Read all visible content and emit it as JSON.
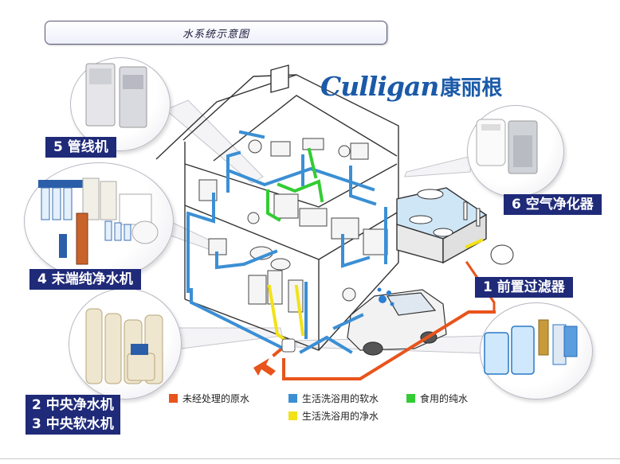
{
  "title": "水系统示意图",
  "logo": {
    "brand_en": "Culligan",
    "brand_cn": "康丽根"
  },
  "callouts": [
    {
      "id": "5",
      "label": "5  管线机"
    },
    {
      "id": "4",
      "label": "4  末端纯净水机"
    },
    {
      "id": "2",
      "label": "2 中央净水机"
    },
    {
      "id": "3",
      "label": "3 中央软水机"
    },
    {
      "id": "6",
      "label": "6 空气净化器"
    },
    {
      "id": "1",
      "label": "1 前置过滤器"
    }
  ],
  "legend": [
    {
      "label": "未经处理的原水",
      "color": "#e8541c"
    },
    {
      "label": "生活洗浴用的软水",
      "color": "#3b8fd4"
    },
    {
      "label": "食用的纯水",
      "color": "#33cc33"
    },
    {
      "label": "生活洗浴用的净水",
      "color": "#f2e21a"
    }
  ],
  "colors": {
    "label_bg": "#1f2a78",
    "raw_water": "#e8541c",
    "soft_water": "#3b8fd4",
    "pure_water": "#33cc33",
    "clean_water": "#f2e21a"
  }
}
